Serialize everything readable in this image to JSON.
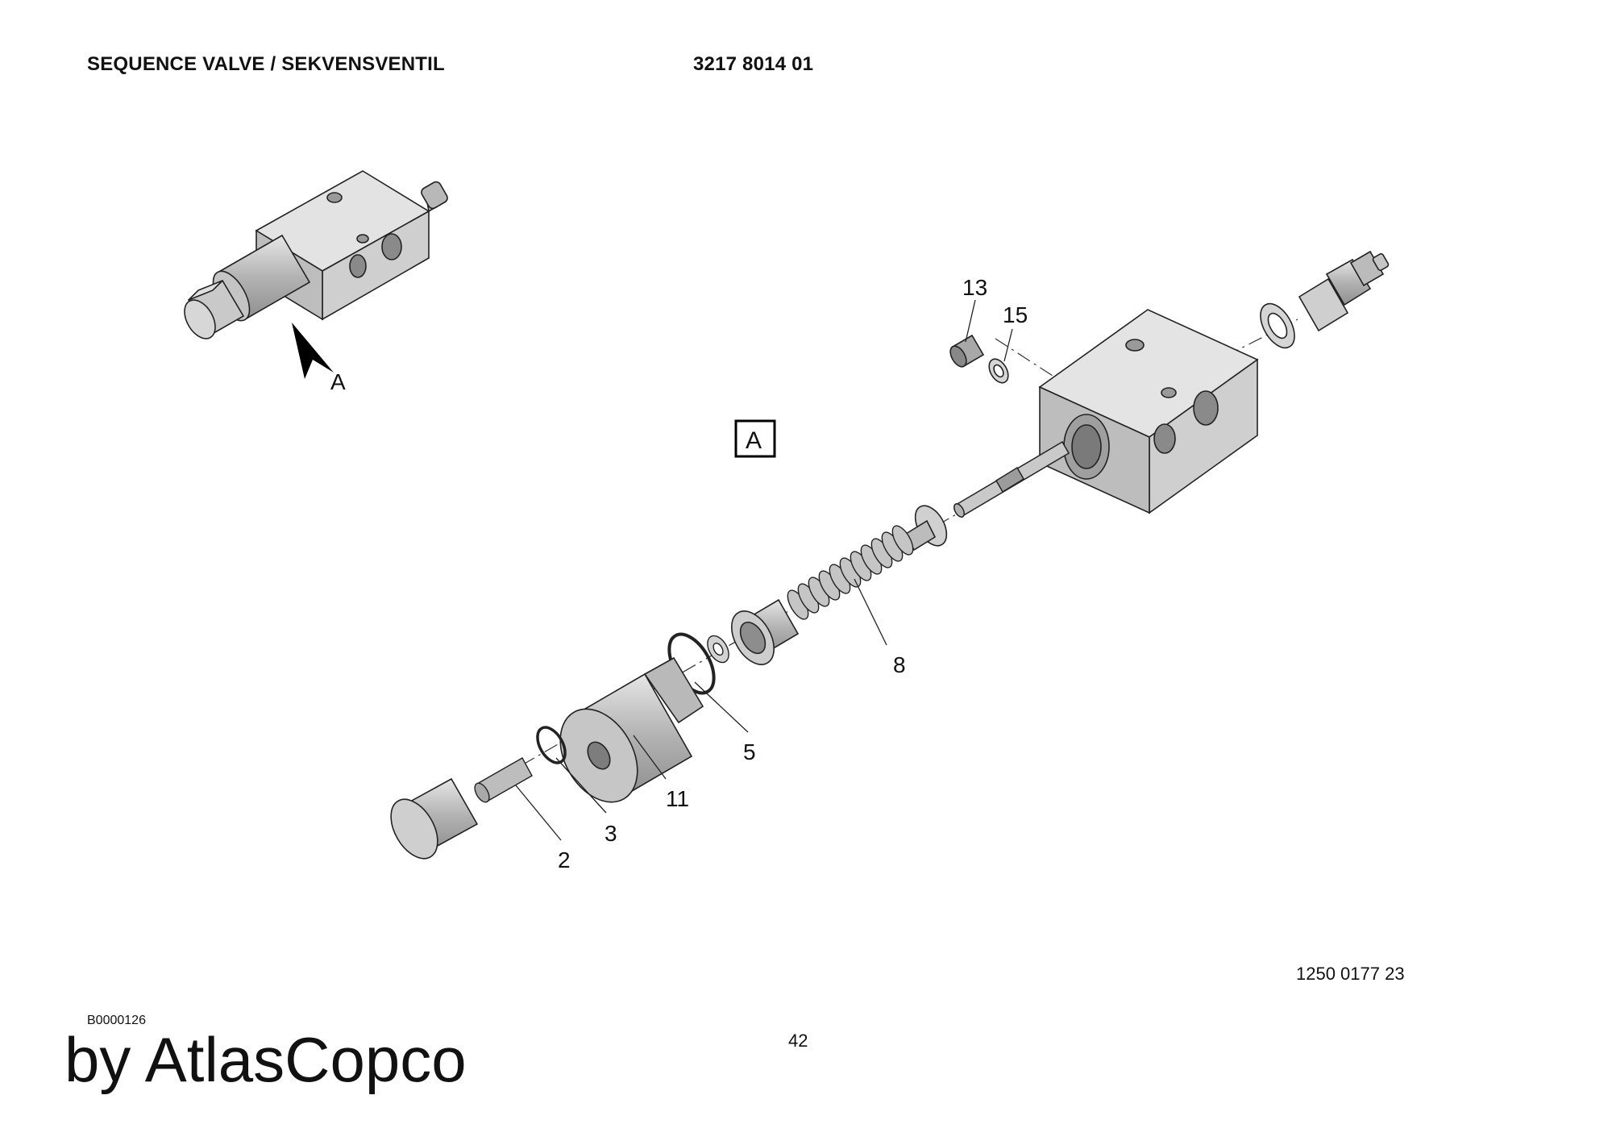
{
  "header": {
    "title": "SEQUENCE VALVE / SEKVENSVENTIL",
    "part_number": "3217 8014 01"
  },
  "diagram": {
    "view_marker": "A",
    "view_box_label": "A",
    "callouts": {
      "c13": "13",
      "c15": "15",
      "c8": "8",
      "c5": "5",
      "c11": "11",
      "c3": "3",
      "c2": "2"
    }
  },
  "footer": {
    "drawing_code": "1250 0177 23",
    "doc_id": "B0000126",
    "page_number": "42",
    "brand": "by AtlasCopco"
  }
}
